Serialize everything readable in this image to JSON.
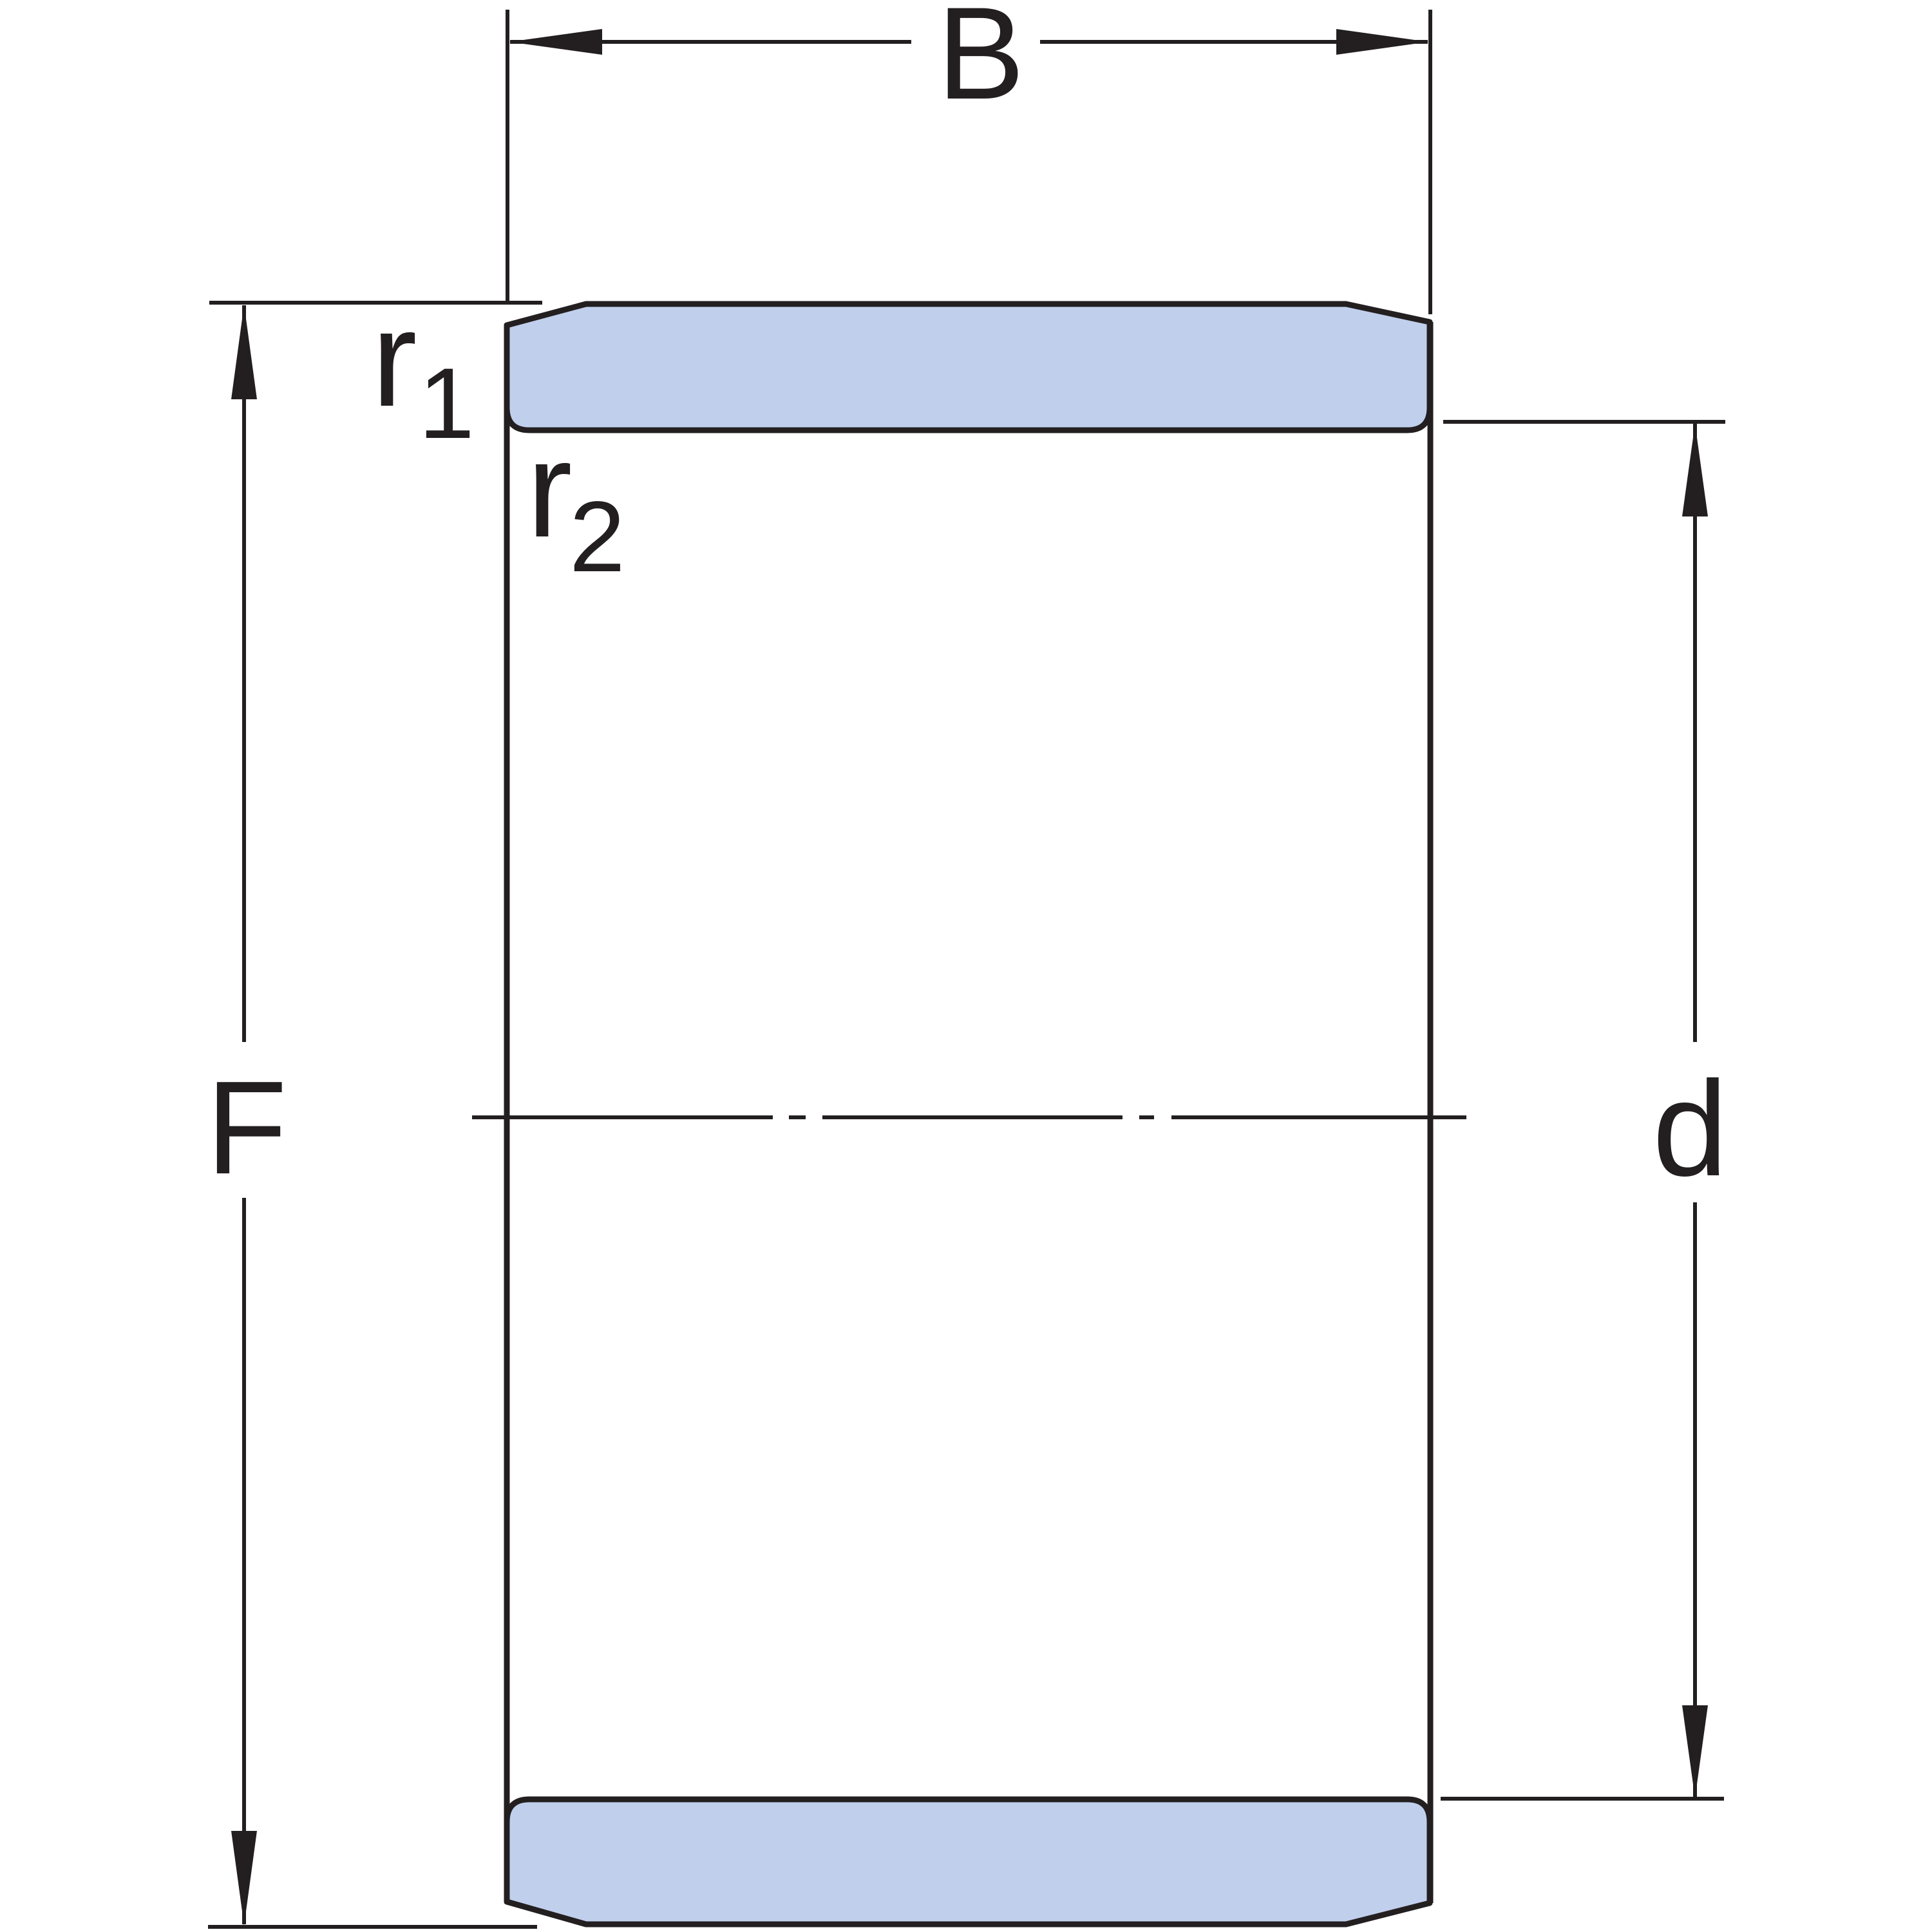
{
  "diagram": {
    "type": "technical drawing — cross-section of a cylindrical sleeve / inner ring",
    "colors": {
      "section_fill": "#c0cfec",
      "line": "#231f20",
      "background": "#ffffff"
    },
    "dimensions": {
      "width": {
        "label": "B"
      },
      "outer": {
        "label": "F"
      },
      "bore": {
        "label": "d"
      }
    },
    "radii": {
      "r1": {
        "base": "r",
        "subscript": "1"
      },
      "r2": {
        "base": "r",
        "subscript": "2"
      }
    },
    "centerline": {
      "style": "dash-dot"
    }
  }
}
